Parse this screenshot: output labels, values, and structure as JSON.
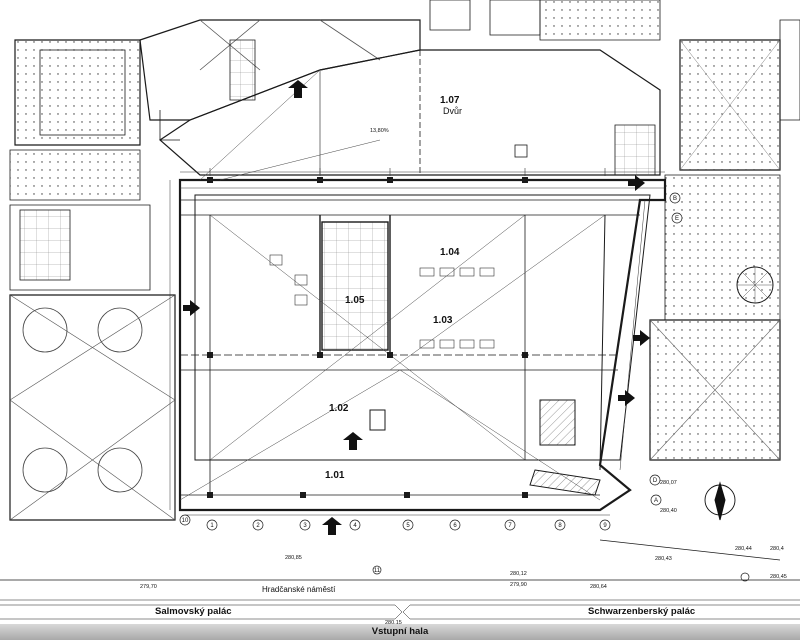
{
  "rooms": {
    "r107_number": "1.07",
    "r107_name": "Dvůr",
    "r104": "1.04",
    "r105": "1.05",
    "r103": "1.03",
    "r102": "1.02",
    "r101": "1.01"
  },
  "street": {
    "name": "Hradčanské náměstí"
  },
  "buildings": {
    "left": "Salmovský palác",
    "right": "Schwarzenberský palác",
    "center": "Vstupní hala"
  },
  "levels": {
    "l_right_1": "280,07",
    "l_right_2": "280,40",
    "l_right_3": "280,44",
    "l_right_4": "280,4",
    "l_right_5": "280,45",
    "l_right_6": "280,43",
    "l_bottom_1": "280,85",
    "l_bottom_2": "280,12",
    "l_bottom_3": "279,90",
    "l_bottom_4": "280,64",
    "l_left": "279,70",
    "l_footer": "280,15",
    "l_diag": "13,80%"
  },
  "grid_labels": {
    "axis_a": "A",
    "axis_b": "B",
    "axis_d": "D",
    "axis_e": "E",
    "n1": "1",
    "n2": "2",
    "n3": "3",
    "n4": "4",
    "n5": "5",
    "n6": "6",
    "n7": "7",
    "n8": "8",
    "n9": "9",
    "n10": "10",
    "n11": "11"
  },
  "palette": {
    "line": "#1a1a1a",
    "light": "#555555",
    "hatch": "#444444",
    "band": "#bfbfbf"
  }
}
